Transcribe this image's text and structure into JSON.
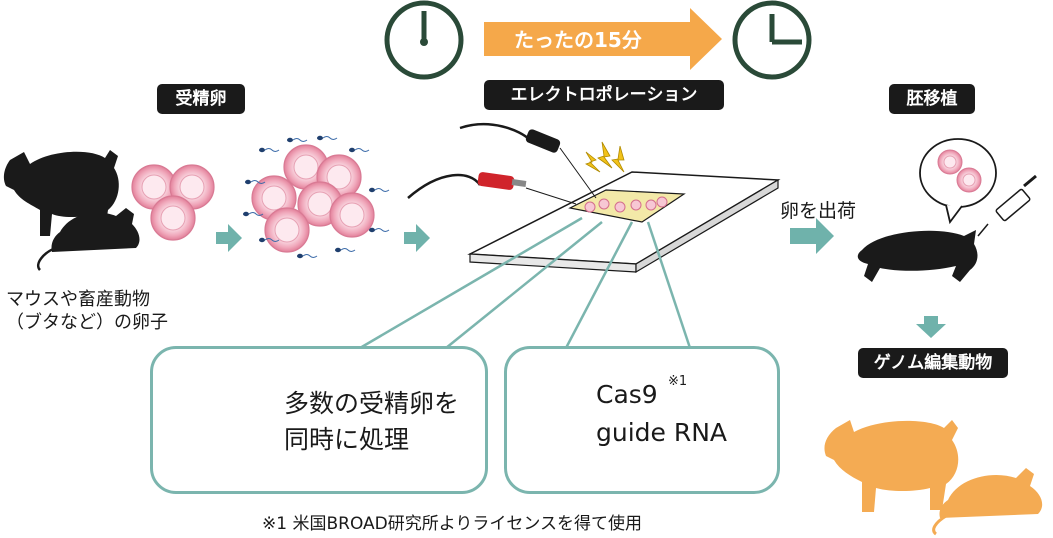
{
  "top": {
    "duration_label": "たったの15分",
    "process_label": "エレクトロポレーション"
  },
  "left": {
    "heading": "受精卵",
    "caption_line1": "マウスや畜産動物",
    "caption_line2": "（ブタなど）の卵子"
  },
  "right": {
    "heading": "胚移植",
    "ship_label": "卵を出荷",
    "result_label": "ゲノム編集動物"
  },
  "box_left": {
    "line1": "多数の受精卵を",
    "line2": "同時に処理"
  },
  "box_right": {
    "line1": "Cas9",
    "note_mark": "※1",
    "line2": "guide RNA"
  },
  "footnote": "※1 米国BROAD研究所よりライセンスを得て使用",
  "colors": {
    "orange_arrow": "#f5a84a",
    "clock": "#2a4a38",
    "teal_arrow": "#6fb2ab",
    "teal_line": "#7bb5ae",
    "egg_pink": "#e8849b",
    "animal_orange": "#f4ab53",
    "spark_yellow": "#f2c21a"
  }
}
